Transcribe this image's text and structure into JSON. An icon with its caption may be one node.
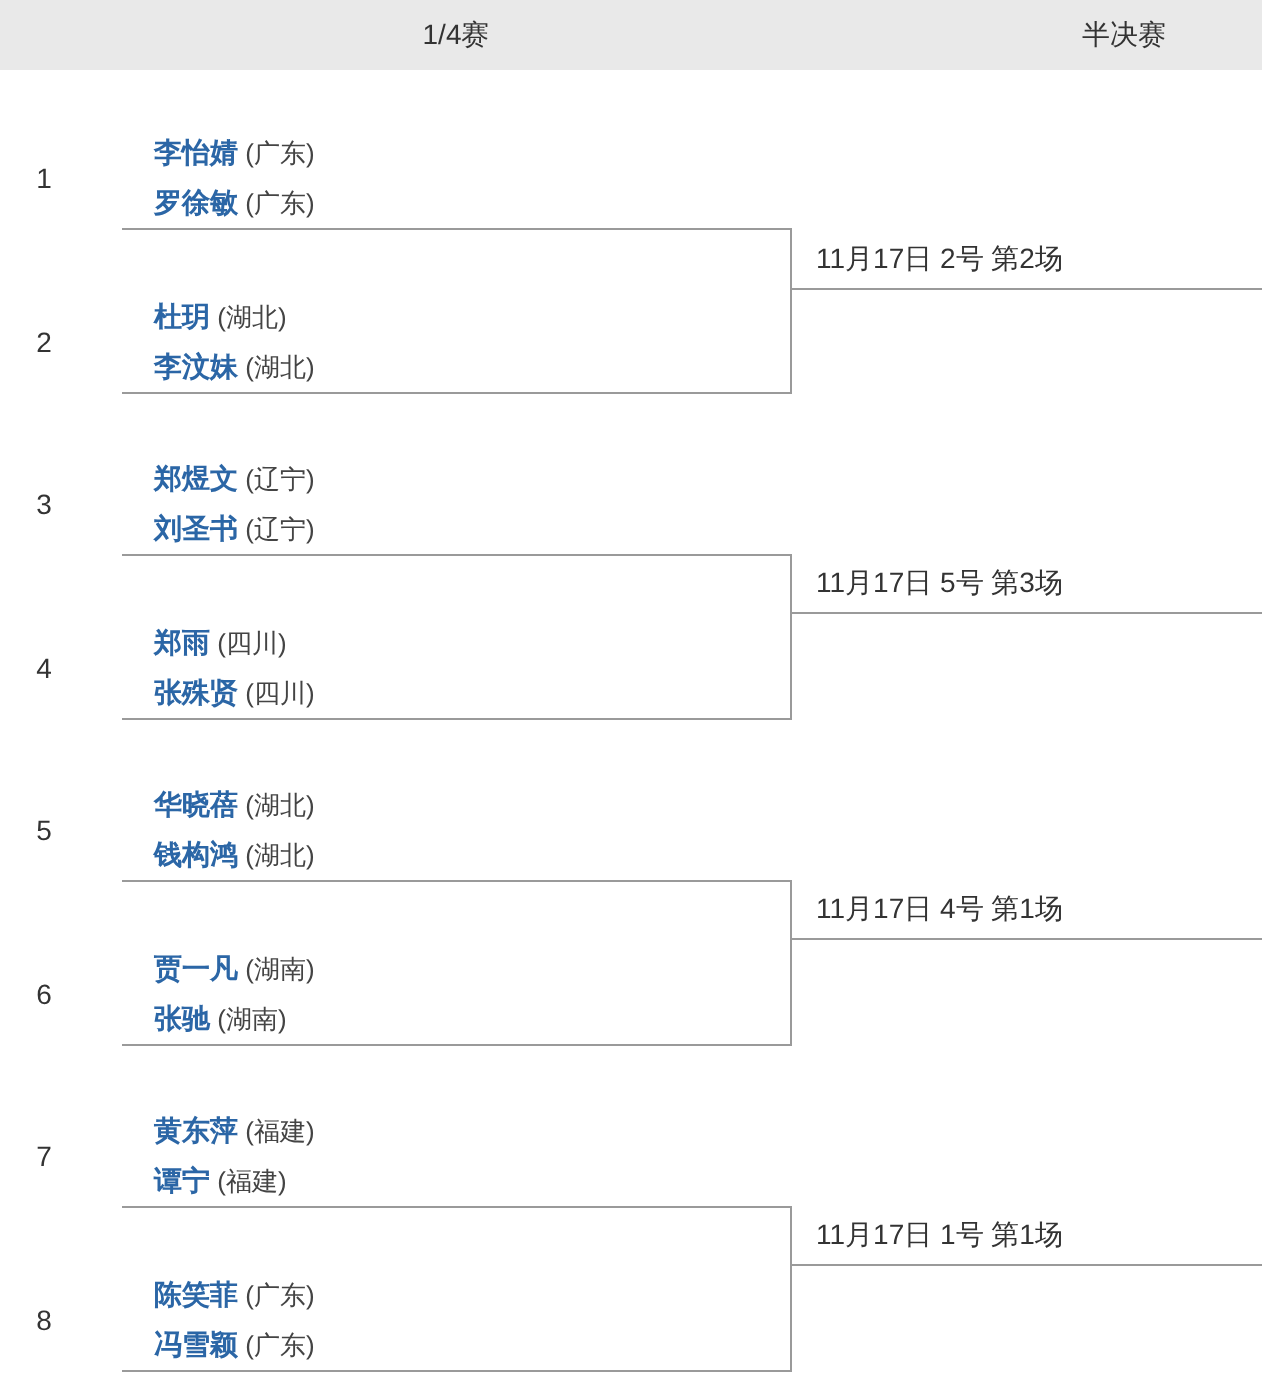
{
  "diagram": {
    "nodes": [
      {
        "text": [
          "**李怡婧** (广东)",
          "**罗徐敏** (广东)"
        ],
        "beside": [
          "1"
        ]
      },
      {
        "text": [
          "**杜玥** (湖北)",
          "**李汶妹** (湖北)"
        ],
        "beside": [
          "2"
        ]
      },
      {
        "text": [
          "**郑煜文** (辽宁)",
          "**刘圣书** (辽宁)"
        ],
        "beside": [
          "3"
        ]
      },
      {
        "text": [
          "**郑雨** (四川)",
          "**张殊贤** (四川)"
        ],
        "beside": [
          "4"
        ]
      },
      {
        "text": [
          "**华晓蓓** (湖北)",
          "**钱构鸿** (湖北)"
        ],
        "beside": [
          "5"
        ]
      },
      {
        "text": [
          "**贾一凡** (湖南)",
          "**张驰** (湖南)"
        ],
        "beside": [
          "6"
        ]
      },
      {
        "text": [
          "**黄东萍** (福建)",
          "**谭宁** (福建)"
        ],
        "beside": [
          "7"
        ]
      },
      {
        "text": [
          "**陈笑菲** (广东)",
          "**冯雪颖** (广东)"
        ],
        "beside": [
          "8"
        ]
      },
      {
        "text": [
          "11月17日 2号 第2场"
        ]
      },
      {
        "text": [
          "11月17日 5号 第3场"
        ]
      },
      {
        "text": [
          "11月17日 4号 第1场"
        ]
      },
      {
        "text": [
          "11月17日 1号 第1场"
        ]
      }
    ],
    "edges": [
      {
        "from": 0,
        "to": 8,
        "arrow": "none"
      },
      {
        "from": 1,
        "to": 8,
        "arrow": "none"
      },
      {
        "from": 2,
        "to": 9,
        "arrow": "none"
      },
      {
        "from": 3,
        "to": 9,
        "arrow": "none"
      },
      {
        "from": 4,
        "to": 10,
        "arrow": "none"
      },
      {
        "from": 5,
        "to": 10,
        "arrow": "none"
      },
      {
        "from": 6,
        "to": 11,
        "arrow": "none"
      },
      {
        "from": 7,
        "to": 11,
        "arrow": "none"
      }
    ],
    "labels": [
      "1/4赛",
      "半决赛"
    ]
  }
}
